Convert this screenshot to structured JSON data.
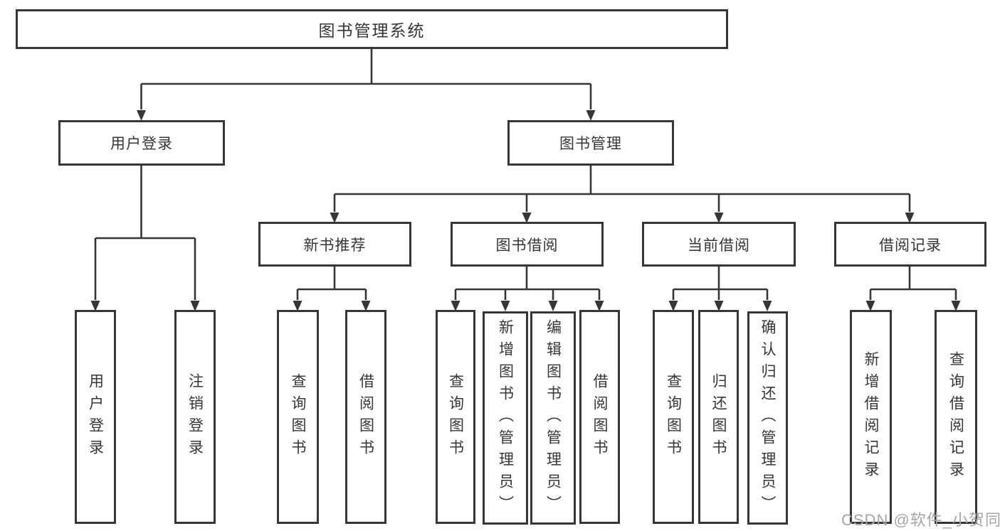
{
  "diagram": {
    "root": {
      "label": "图书管理系统"
    },
    "branches": [
      {
        "label": "用户登录",
        "children": [
          {
            "label": "用户登录"
          },
          {
            "label": "注销登录"
          }
        ]
      },
      {
        "label": "图书管理",
        "children": [
          {
            "label": "新书推荐",
            "children": [
              {
                "label": "查询图书"
              },
              {
                "label": "借阅图书"
              }
            ]
          },
          {
            "label": "图书借阅",
            "children": [
              {
                "label": "查询图书"
              },
              {
                "label": "新增图书（管理员）"
              },
              {
                "label": "编辑图书（管理员）"
              },
              {
                "label": "借阅图书"
              }
            ]
          },
          {
            "label": "当前借阅",
            "children": [
              {
                "label": "查询图书"
              },
              {
                "label": "归还图书"
              },
              {
                "label": "确认归还（管理员）"
              }
            ]
          },
          {
            "label": "借阅记录",
            "children": [
              {
                "label": "新增借阅记录"
              },
              {
                "label": "查询借阅记录"
              }
            ]
          }
        ]
      }
    ]
  },
  "watermark": {
    "text": "CSDN @软件_小贺同学"
  },
  "colors": {
    "line_color": "#363636",
    "box_border": "#363636",
    "box_fill": "#ffffff",
    "text_color": "#363636",
    "watermark_color": "#a6a6a6"
  }
}
